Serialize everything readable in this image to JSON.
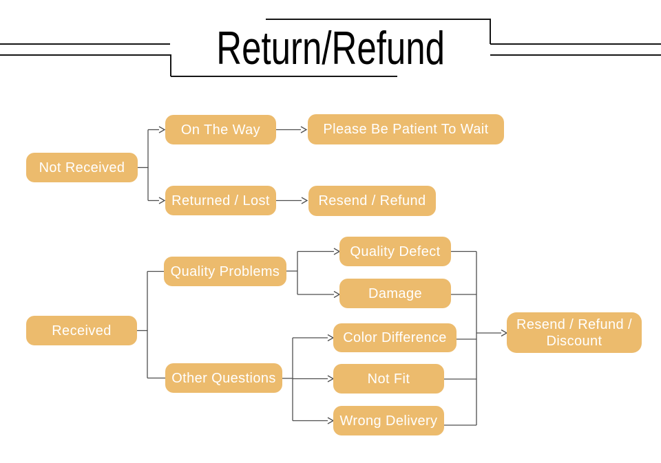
{
  "title": "Return/Refund",
  "colors": {
    "background": "#ffffff",
    "node_fill": "#ECBB6D",
    "node_text": "#ffffff",
    "connector": "#4d4d4d",
    "frame": "#141414",
    "title_text": "#000000"
  },
  "nodes": {
    "not_received": {
      "label": "Not Received"
    },
    "on_the_way": {
      "label": "On The Way"
    },
    "please_wait": {
      "label": "Please Be Patient To Wait"
    },
    "returned_lost": {
      "label": "Returned / Lost"
    },
    "resend_refund": {
      "label": "Resend / Refund"
    },
    "received": {
      "label": "Received"
    },
    "quality_problems": {
      "label": "Quality Problems"
    },
    "other_questions": {
      "label": "Other Questions"
    },
    "quality_defect": {
      "label": "Quality Defect"
    },
    "damage": {
      "label": "Damage"
    },
    "color_difference": {
      "label": "Color Difference"
    },
    "not_fit": {
      "label": "Not Fit"
    },
    "wrong_delivery": {
      "label": "Wrong Delivery"
    },
    "resend_refund_discount": {
      "label": "Resend / Refund / Discount"
    }
  },
  "edges": [
    {
      "from": "not_received",
      "to": "on_the_way",
      "arrow": true
    },
    {
      "from": "not_received",
      "to": "returned_lost",
      "arrow": true
    },
    {
      "from": "on_the_way",
      "to": "please_wait",
      "arrow": true
    },
    {
      "from": "returned_lost",
      "to": "resend_refund",
      "arrow": true
    },
    {
      "from": "received",
      "to": "quality_problems",
      "arrow": false
    },
    {
      "from": "received",
      "to": "other_questions",
      "arrow": false
    },
    {
      "from": "quality_problems",
      "to": "quality_defect",
      "arrow": true
    },
    {
      "from": "quality_problems",
      "to": "damage",
      "arrow": true
    },
    {
      "from": "other_questions",
      "to": "color_difference",
      "arrow": true
    },
    {
      "from": "other_questions",
      "to": "not_fit",
      "arrow": true
    },
    {
      "from": "other_questions",
      "to": "wrong_delivery",
      "arrow": true
    },
    {
      "from": "quality_defect",
      "to": "resend_refund_discount",
      "arrow": true
    },
    {
      "from": "damage",
      "to": "resend_refund_discount",
      "arrow": true
    },
    {
      "from": "color_difference",
      "to": "resend_refund_discount",
      "arrow": true
    },
    {
      "from": "not_fit",
      "to": "resend_refund_discount",
      "arrow": true
    },
    {
      "from": "wrong_delivery",
      "to": "resend_refund_discount",
      "arrow": true
    }
  ]
}
